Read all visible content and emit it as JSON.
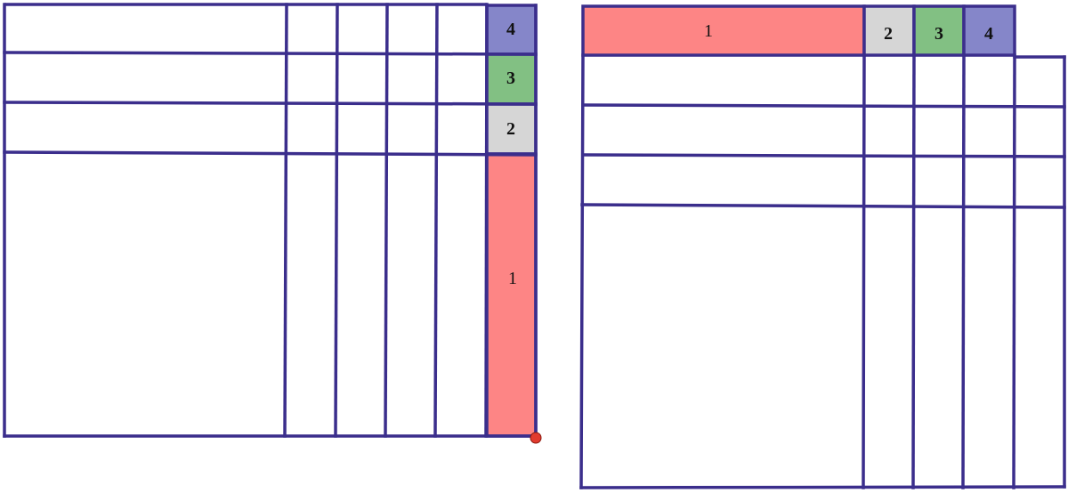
{
  "colors": {
    "line": "#3b2e8c",
    "piece_1": "#fd8585",
    "piece_2": "#d6d6d6",
    "piece_3": "#82c083",
    "piece_4": "#8586c9",
    "dot": "#e23b2e"
  },
  "left_figure": {
    "pieces": [
      {
        "label": "4",
        "color_key": "piece_4"
      },
      {
        "label": "3",
        "color_key": "piece_3"
      },
      {
        "label": "2",
        "color_key": "piece_2"
      },
      {
        "label": "1",
        "color_key": "piece_1"
      }
    ]
  },
  "right_figure": {
    "pieces": [
      {
        "label": "1",
        "color_key": "piece_1"
      },
      {
        "label": "2",
        "color_key": "piece_2"
      },
      {
        "label": "3",
        "color_key": "piece_3"
      },
      {
        "label": "4",
        "color_key": "piece_4"
      }
    ]
  }
}
